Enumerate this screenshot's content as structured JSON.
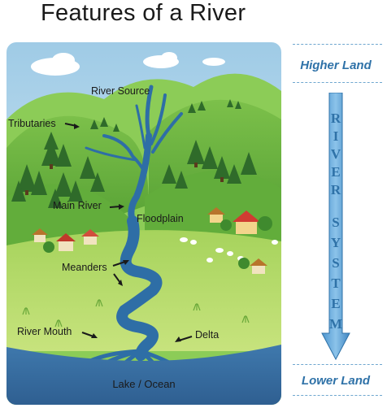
{
  "title": "Features of a River",
  "labels": {
    "river_source": "River Source",
    "tributaries": "Tributaries",
    "main_river": "Main River",
    "floodplain": "Floodplain",
    "meanders": "Meanders",
    "river_mouth": "River Mouth",
    "delta": "Delta",
    "lake_ocean": "Lake / Ocean"
  },
  "side": {
    "higher_land": "Higher Land",
    "lower_land": "Lower Land",
    "river_word": "RIVER",
    "system_word": "SYSTEM"
  },
  "colors": {
    "side_text": "#2f72a8",
    "sky": "#c7e3f1",
    "hill": "#5fae3a",
    "water": "#2e6ea6",
    "lake": "#3a6fa3"
  }
}
